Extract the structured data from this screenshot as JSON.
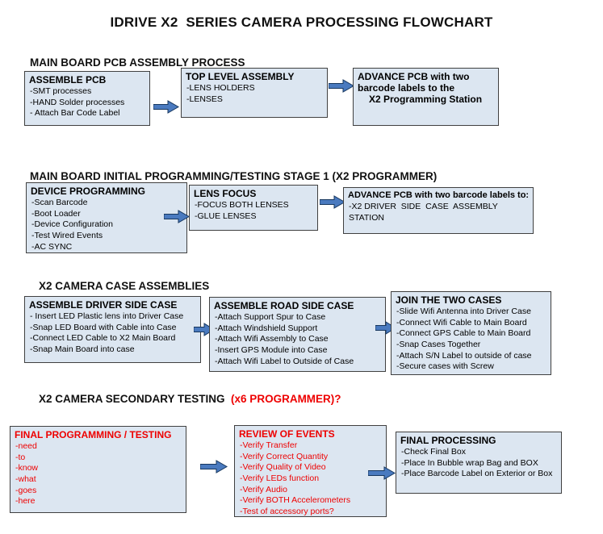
{
  "title": "IDRIVE X2  SERIES CAMERA PROCESSING FLOWCHART",
  "colors": {
    "box_fill": "#dce6f1",
    "box_border": "#404040",
    "red": "#ee0000",
    "arrow_fill": "#4a7abf",
    "arrow_stroke": "#17375e"
  },
  "sections": [
    {
      "header": "MAIN BOARD PCB ASSEMBLY PROCESS",
      "header_accent": "",
      "boxes": [
        {
          "title": "ASSEMBLE PCB",
          "items": [
            "-SMT processes",
            "-HAND Solder processes",
            "- Attach Bar Code Label"
          ]
        },
        {
          "title": "TOP LEVEL ASSEMBLY",
          "items": [
            "-LENS HOLDERS",
            "-LENSES"
          ]
        },
        {
          "title": "ADVANCE PCB with two barcode labels to the",
          "subtitle": "X2 Programming Station",
          "items": []
        }
      ]
    },
    {
      "header": "MAIN BOARD INITIAL PROGRAMMING/TESTING STAGE 1 (X2 PROGRAMMER)",
      "header_accent": "",
      "boxes": [
        {
          "title": "DEVICE PROGRAMMING",
          "items": [
            "-Scan Barcode",
            "-Boot Loader",
            "-Device Configuration",
            "-Test Wired Events",
            "-AC SYNC"
          ]
        },
        {
          "title": "LENS FOCUS",
          "items": [
            "-FOCUS BOTH LENSES",
            "-GLUE LENSES"
          ]
        },
        {
          "title": "ADVANCE PCB with two barcode labels to:",
          "items": [
            "-X2 DRIVER  SIDE  CASE  ASSEMBLY STATION"
          ]
        }
      ]
    },
    {
      "header": "X2 CAMERA CASE ASSEMBLIES",
      "header_accent": "",
      "boxes": [
        {
          "title": "ASSEMBLE DRIVER SIDE CASE",
          "items": [
            "- Insert LED Plastic lens into Driver Case",
            "-Snap LED Board with Cable into Case",
            "-Connect LED Cable to X2 Main Board",
            "-Snap Main Board into case"
          ]
        },
        {
          "title": "ASSEMBLE ROAD SIDE CASE",
          "items": [
            "-Attach Support Spur to Case",
            "-Attach Windshield Support",
            "-Attach Wifi Assembly to Case",
            "-Insert GPS Module into Case",
            "-Attach Wifi Label to Outside of Case"
          ]
        },
        {
          "title": "JOIN THE TWO CASES",
          "items": [
            "-Slide Wifi Antenna into Driver Case",
            "-Connect Wifi Cable to Main Board",
            "-Connect GPS Cable to Main Board",
            "-Snap Cases Together",
            "-Attach S/N Label to outside of case",
            "-Secure cases with Screw"
          ]
        }
      ]
    },
    {
      "header": "X2 CAMERA SECONDARY TESTING  ",
      "header_accent": "(x6 PROGRAMMER)?",
      "boxes": [
        {
          "title": "FINAL PROGRAMMING / TESTING",
          "items": [
            "-need",
            "-to",
            "-know",
            "-what",
            "-goes",
            "-here"
          ]
        },
        {
          "title": "REVIEW OF EVENTS",
          "items": [
            "-Verify Transfer",
            "-Verify Correct Quantity",
            "-Verify Quality of Video",
            "-Verify LEDs function",
            "-Verify Audio",
            "-Verify BOTH Accelerometers",
            "-Test of accessory ports?"
          ]
        },
        {
          "title": "FINAL PROCESSING",
          "items": [
            "-Check Final Box",
            "-Place In Bubble wrap Bag and BOX",
            "-Place Barcode Label on Exterior or Box"
          ]
        }
      ]
    }
  ]
}
